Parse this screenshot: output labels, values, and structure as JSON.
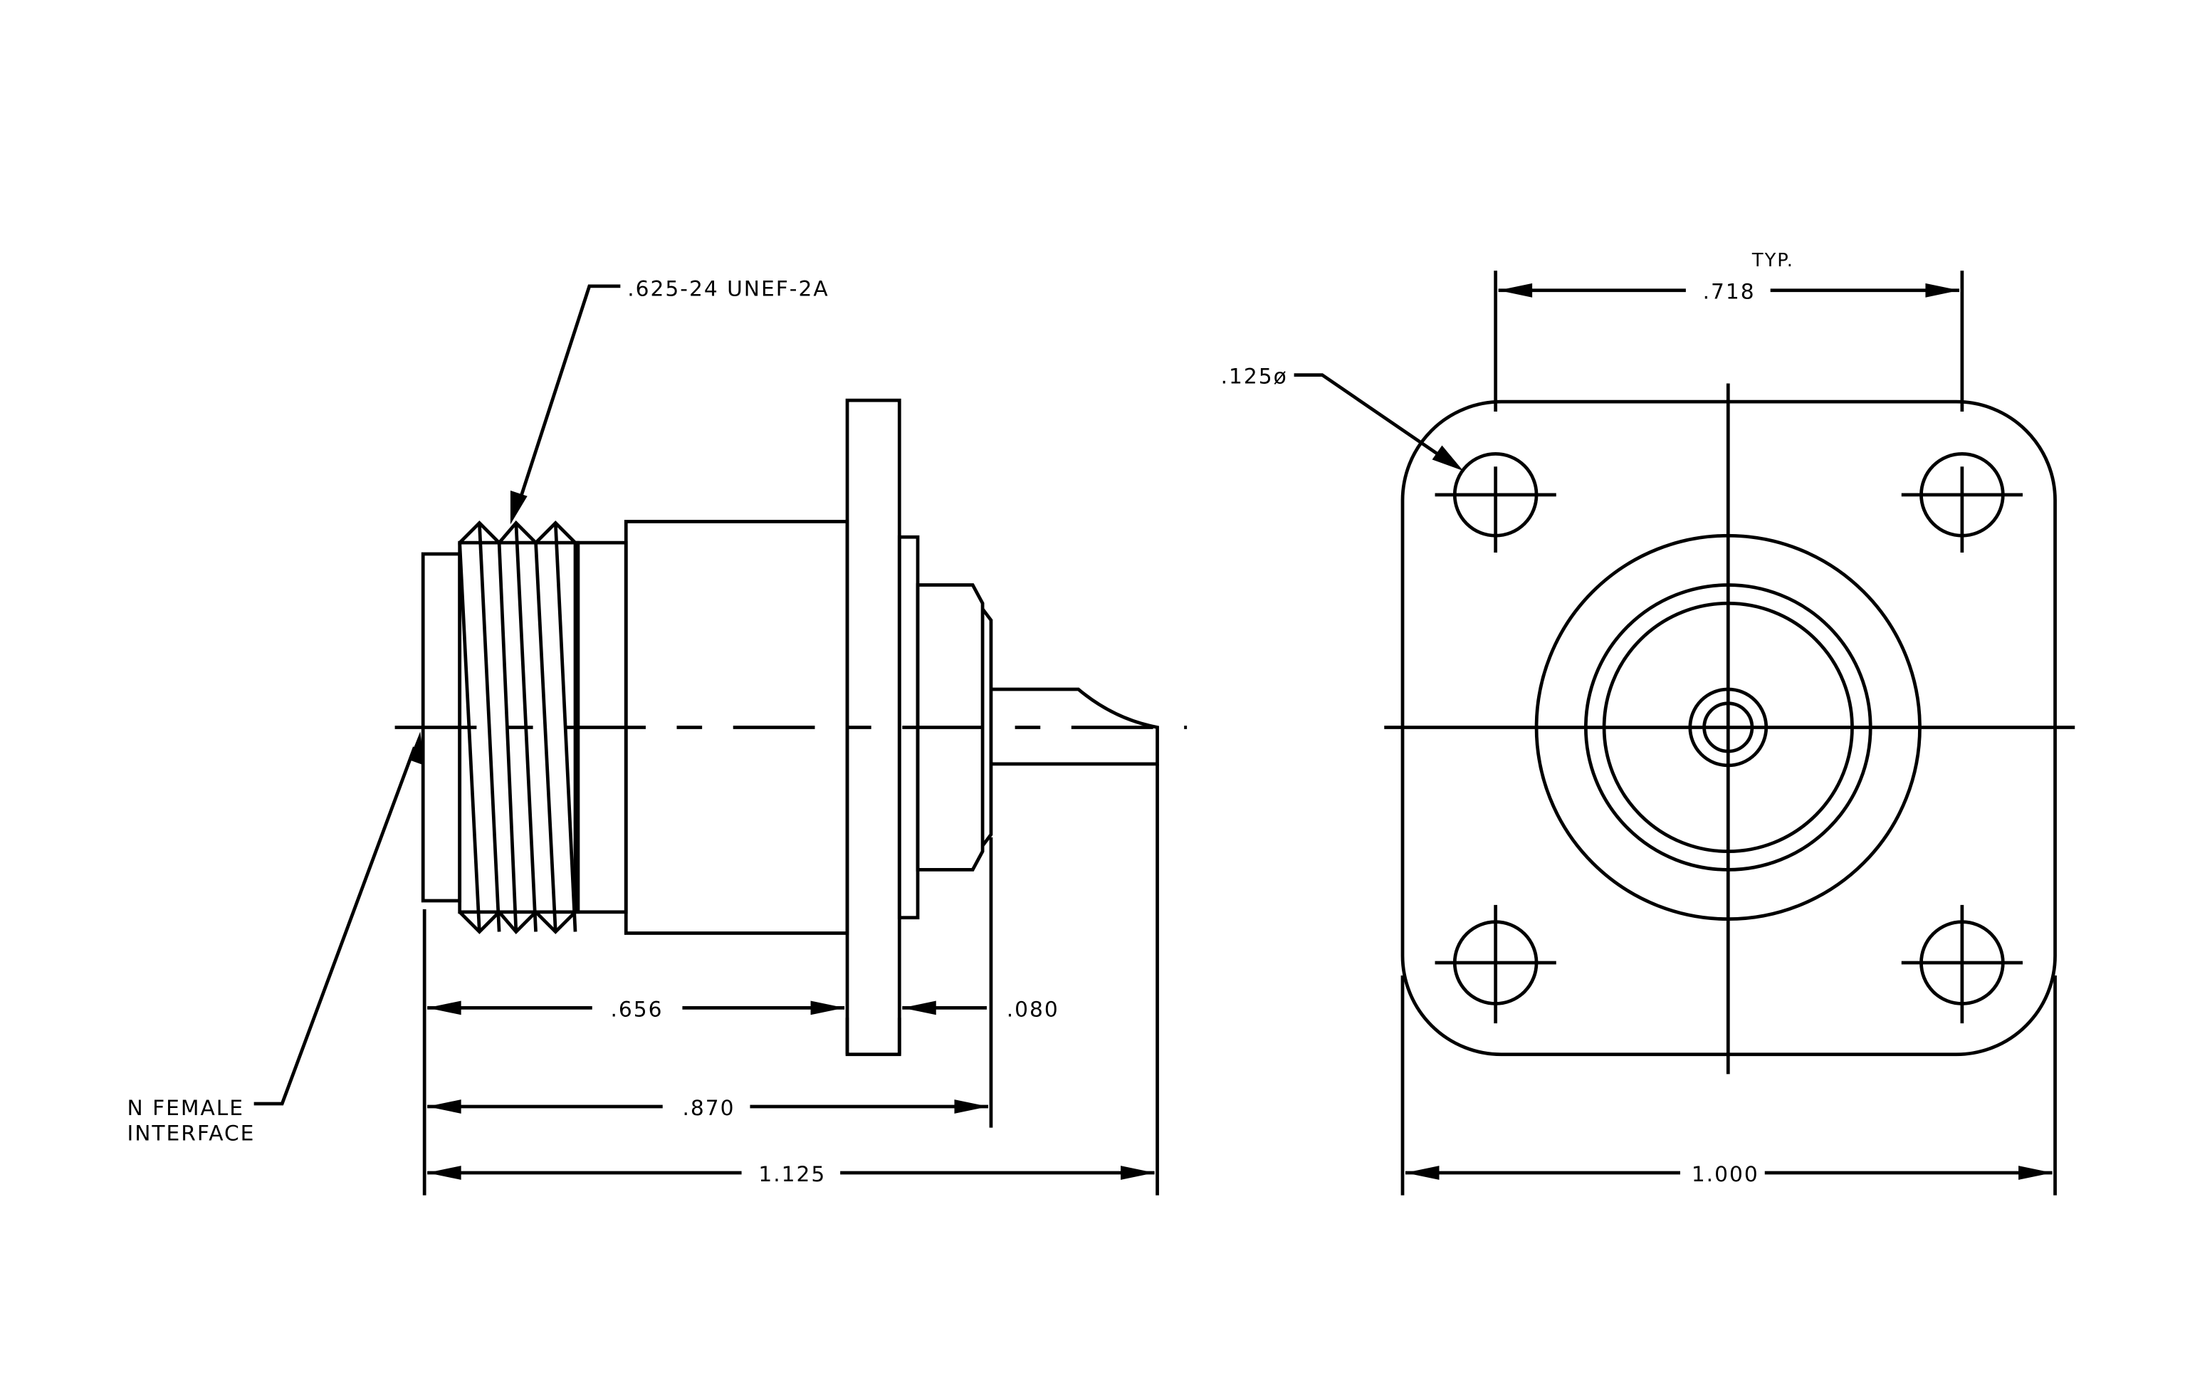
{
  "labels": {
    "thread": ".625-24 UNEF-2A",
    "interface_line1": "N FEMALE",
    "interface_line2": "INTERFACE",
    "hole_dia": ".125ø",
    "typ": "TYP.",
    "hole_spacing": ".718"
  },
  "dimensions": {
    "d656": ".656",
    "d080": ".080",
    "d870": ".870",
    "d1125": "1.125",
    "d1000": "1.000"
  }
}
